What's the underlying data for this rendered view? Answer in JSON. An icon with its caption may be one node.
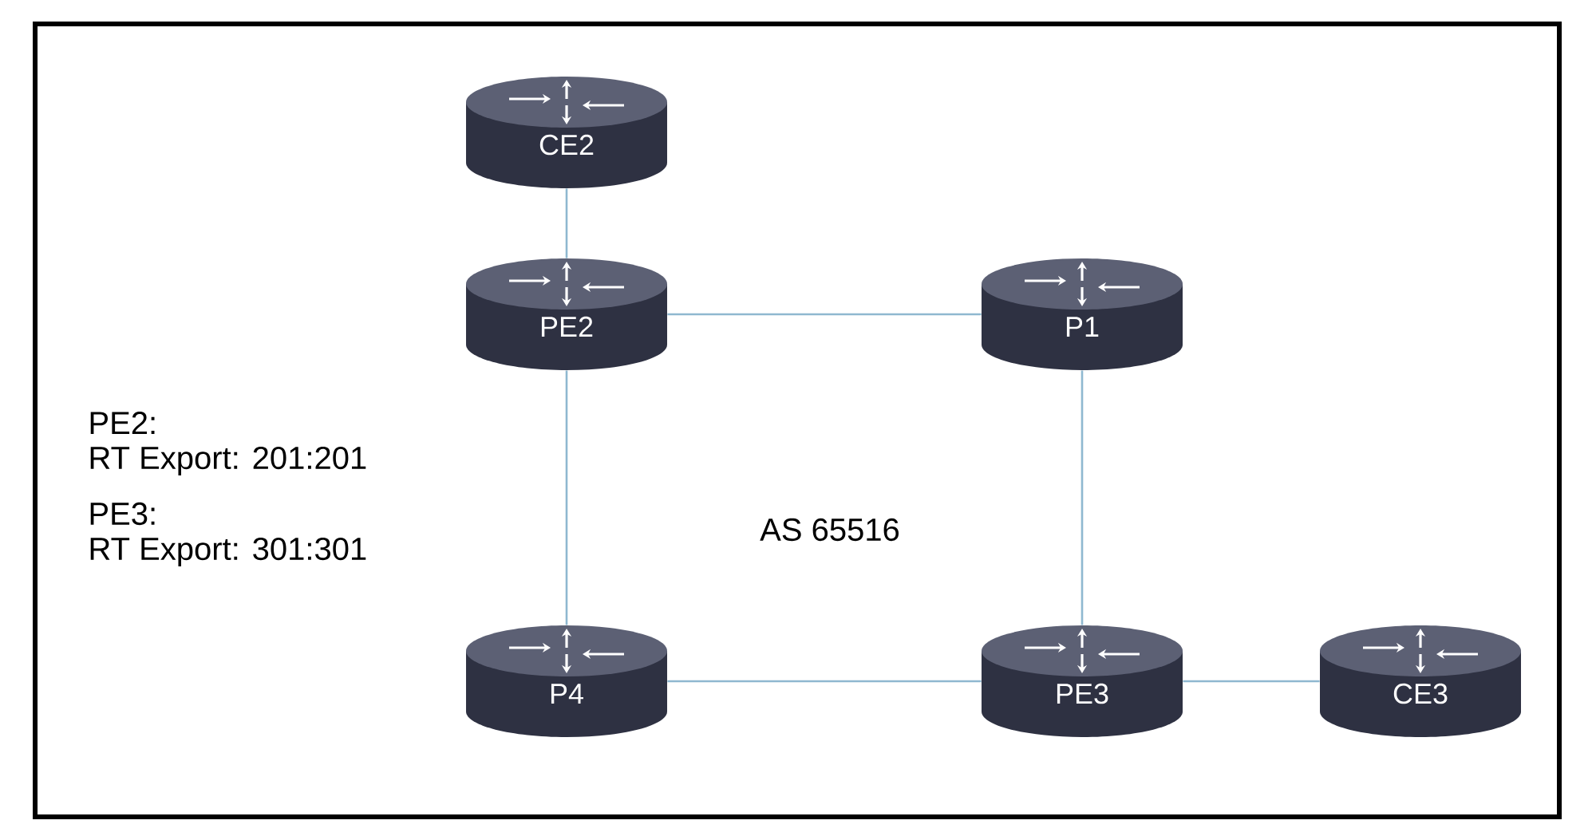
{
  "diagram": {
    "nodes": [
      {
        "text": [
          "CE2"
        ]
      },
      {
        "text": [
          "PE2"
        ]
      },
      {
        "text": [
          "P1"
        ]
      },
      {
        "text": [
          "P4"
        ]
      },
      {
        "text": [
          "PE3"
        ]
      },
      {
        "text": [
          "CE3"
        ]
      }
    ],
    "edges": [
      {
        "from": 0,
        "to": 1,
        "arrow": "none"
      },
      {
        "from": 1,
        "to": 2,
        "arrow": "none"
      },
      {
        "from": 1,
        "to": 3,
        "arrow": "none"
      },
      {
        "from": 2,
        "to": 4,
        "arrow": "none"
      },
      {
        "from": 3,
        "to": 4,
        "arrow": "none"
      },
      {
        "from": 4,
        "to": 5,
        "arrow": "none"
      }
    ],
    "labels": [
      "PE2:",
      "RT Export: 201:201",
      "PE3:",
      "RT Export: 301:301",
      "AS 65516"
    ]
  }
}
